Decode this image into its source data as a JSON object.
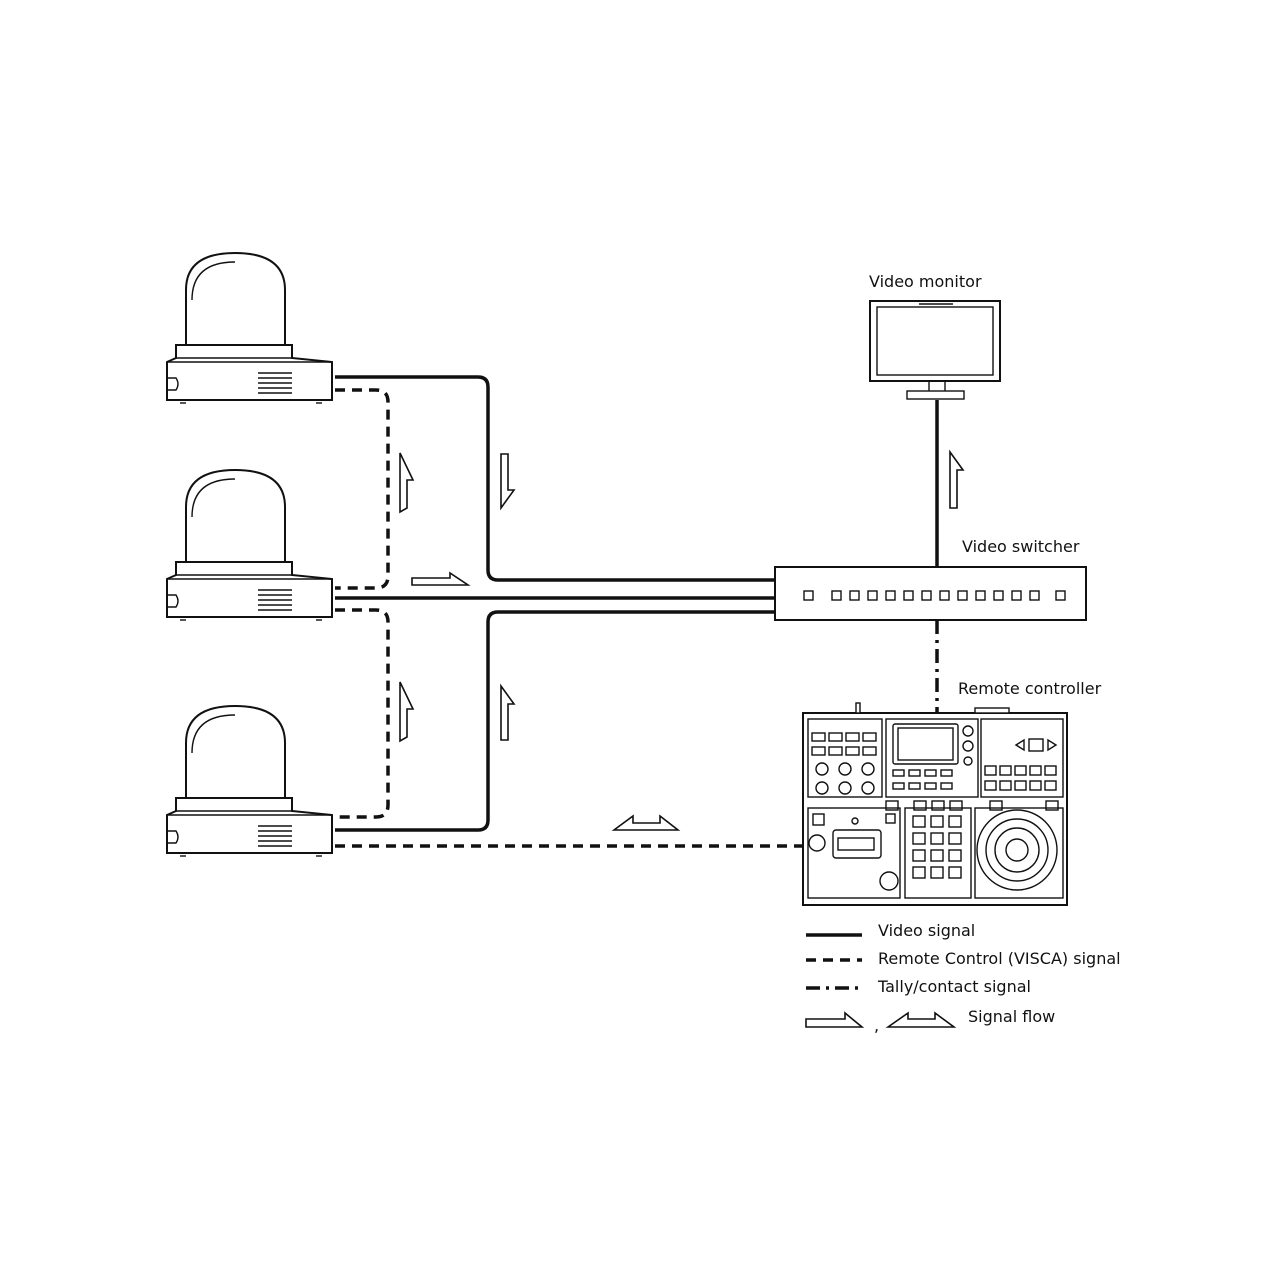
{
  "labels": {
    "video_monitor": "Video monitor",
    "video_switcher": "Video switcher",
    "remote_controller": "Remote controller"
  },
  "legend": {
    "video_signal": "Video signal",
    "visca_signal": "Remote Control (VISCA) signal",
    "tally_signal": "Tally/contact signal",
    "signal_flow": "Signal flow",
    "separator": ","
  },
  "colors": {
    "line": "#111111",
    "background": "#ffffff"
  }
}
